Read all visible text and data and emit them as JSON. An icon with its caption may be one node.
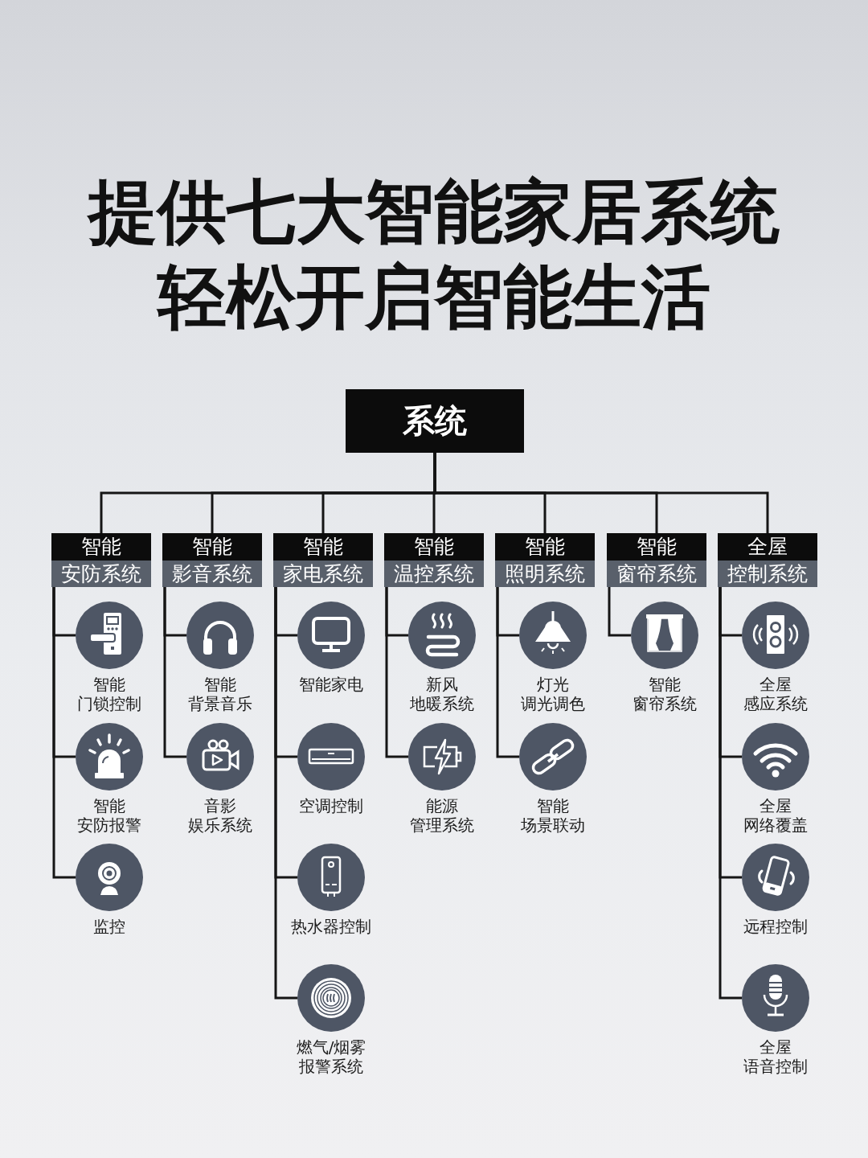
{
  "diagram": {
    "title": "提供七大智能家居系统轻松开启智能生活",
    "nodes": [
      {
        "text": [
          "系统"
        ]
      },
      {
        "text": [
          "智能",
          "安防系统"
        ]
      },
      {
        "text": [
          "智能",
          "影音系统"
        ]
      },
      {
        "text": [
          "智能",
          "家电系统"
        ]
      },
      {
        "text": [
          "智能",
          "温控系统"
        ]
      },
      {
        "text": [
          "智能",
          "照明系统"
        ]
      },
      {
        "text": [
          "智能",
          "窗帘系统"
        ]
      },
      {
        "text": [
          "全屋",
          "控制系统"
        ]
      },
      {
        "text": [],
        "shape": "circle",
        "beside": [
          "智能门锁控制"
        ]
      },
      {
        "text": [],
        "shape": "circle",
        "beside": [
          "智能安防报警"
        ]
      },
      {
        "text": [],
        "shape": "circle",
        "beside": [
          "监控"
        ]
      },
      {
        "text": [],
        "shape": "circle",
        "beside": [
          "智能背景音乐"
        ]
      },
      {
        "text": [],
        "shape": "circle",
        "beside": [
          "音影娱乐系统"
        ]
      },
      {
        "text": [],
        "shape": "circle",
        "beside": [
          "智能家电"
        ]
      },
      {
        "text": [],
        "shape": "circle",
        "beside": [
          "空调控制"
        ]
      },
      {
        "text": [],
        "shape": "circle",
        "beside": [
          "热水器控制"
        ]
      },
      {
        "text": [],
        "shape": "circle",
        "beside": [
          "燃气/烟雾报警系统"
        ]
      },
      {
        "text": [],
        "shape": "circle",
        "beside": [
          "新风地暖系统"
        ]
      },
      {
        "text": [],
        "shape": "circle",
        "beside": [
          "能源管理系统"
        ]
      },
      {
        "text": [],
        "shape": "circle",
        "beside": [
          "灯光调光调色"
        ]
      },
      {
        "text": [],
        "shape": "circle",
        "beside": [
          "智能场景联动"
        ]
      },
      {
        "text": [],
        "shape": "circle",
        "beside": [
          "智能窗帘系统"
        ]
      },
      {
        "text": [],
        "shape": "circle",
        "beside": [
          "全屋感应系统"
        ]
      },
      {
        "text": [],
        "shape": "circle",
        "beside": [
          "全屋网络覆盖"
        ]
      },
      {
        "text": [],
        "shape": "circle",
        "beside": [
          "远程控制"
        ]
      },
      {
        "text": [],
        "shape": "circle",
        "beside": [
          "全屋语音控制"
        ]
      }
    ],
    "edges": [
      {
        "from": 0,
        "to": 1,
        "arrow": "none"
      },
      {
        "from": 0,
        "to": 2,
        "arrow": "none"
      },
      {
        "from": 0,
        "to": 3,
        "arrow": "none"
      },
      {
        "from": 0,
        "to": 4,
        "arrow": "none"
      },
      {
        "from": 0,
        "to": 5,
        "arrow": "none"
      },
      {
        "from": 0,
        "to": 6,
        "arrow": "none"
      },
      {
        "from": 0,
        "to": 7,
        "arrow": "none"
      },
      {
        "from": 1,
        "to": 8,
        "arrow": "none"
      },
      {
        "from": 1,
        "to": 9,
        "arrow": "none"
      },
      {
        "from": 1,
        "to": 10,
        "arrow": "none"
      },
      {
        "from": 2,
        "to": 11,
        "arrow": "none"
      },
      {
        "from": 2,
        "to": 12,
        "arrow": "none"
      },
      {
        "from": 3,
        "to": 13,
        "arrow": "none"
      },
      {
        "from": 3,
        "to": 14,
        "arrow": "none"
      },
      {
        "from": 3,
        "to": 15,
        "arrow": "none"
      },
      {
        "from": 3,
        "to": 16,
        "arrow": "none"
      },
      {
        "from": 4,
        "to": 17,
        "arrow": "none"
      },
      {
        "from": 4,
        "to": 18,
        "arrow": "none"
      },
      {
        "from": 5,
        "to": 19,
        "arrow": "none"
      },
      {
        "from": 5,
        "to": 20,
        "arrow": "none"
      },
      {
        "from": 6,
        "to": 21,
        "arrow": "none"
      },
      {
        "from": 7,
        "to": 22,
        "arrow": "none"
      },
      {
        "from": 7,
        "to": 23,
        "arrow": "none"
      },
      {
        "from": 7,
        "to": 24,
        "arrow": "none"
      },
      {
        "from": 7,
        "to": 25,
        "arrow": "none"
      }
    ]
  }
}
